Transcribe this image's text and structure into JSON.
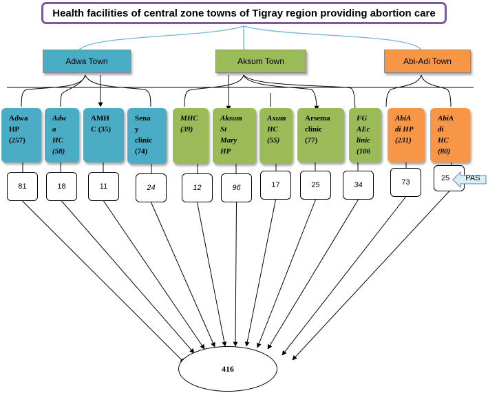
{
  "title": "Health facilities of central zone towns of Tigray region providing abortion care",
  "towns": [
    {
      "label": "Adwa Town",
      "color": "#4bacc6"
    },
    {
      "label": "Aksum Town",
      "color": "#9bbb59"
    },
    {
      "label": "Abi-Adi Town",
      "color": "#f79646"
    }
  ],
  "facilities": [
    {
      "text": "Adwa\nHP\n(257)",
      "town": "Adwa Town",
      "italic": false,
      "count": "81",
      "count_italic": false
    },
    {
      "text": "Adw\na\nHC\n(58)",
      "town": "Adwa Town",
      "italic": true,
      "count": "18",
      "count_italic": false
    },
    {
      "text": "AMH\nC (35)",
      "town": "Adwa Town",
      "italic": false,
      "count": "11",
      "count_italic": false
    },
    {
      "text": "Sena\ny\nclinic\n(74)",
      "town": "Adwa Town",
      "italic": false,
      "count": "24",
      "count_italic": true
    },
    {
      "text": "MHC\n(39)",
      "town": "Aksum Town",
      "italic": true,
      "count": "12",
      "count_italic": true
    },
    {
      "text": "Aksum\nSt\nMary\nHP",
      "town": "Aksum Town",
      "italic": true,
      "count": "96",
      "count_italic": true
    },
    {
      "text": "Axum\nHC\n(55)",
      "town": "Aksum Town",
      "italic": true,
      "count": "17",
      "count_italic": false
    },
    {
      "text": "Arsema\nclinic\n(77)",
      "town": "Aksum Town",
      "italic": false,
      "count": "25",
      "count_italic": false
    },
    {
      "text": "FG\nAEc\nlinic\n(106",
      "town": "Aksum Town",
      "italic": true,
      "count": "34",
      "count_italic": true
    },
    {
      "text": "AbiA\ndi HP\n(231)",
      "town": "Abi-Adi Town",
      "italic": true,
      "count": "73",
      "count_italic": false
    },
    {
      "text": "AbiA\ndi\nHC\n(80)",
      "town": "Abi-Adi Town",
      "italic": true,
      "count": "25",
      "count_italic": false
    }
  ],
  "total": "416",
  "pas_label": "PAS"
}
